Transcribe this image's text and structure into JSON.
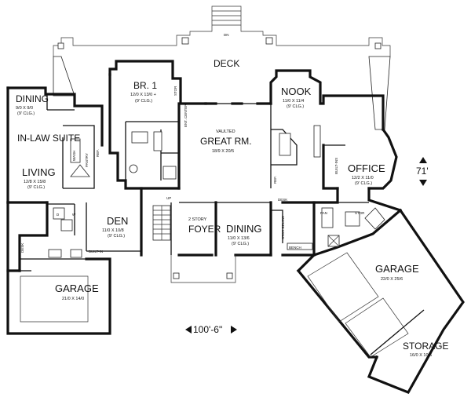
{
  "plan": {
    "overall_width": "100'-6\"",
    "overall_depth": "71'",
    "rooms": {
      "deck": {
        "name": "DECK"
      },
      "dining_inlaw": {
        "name": "DINING",
        "size": "9/0 X 9/0",
        "ceiling": "(9' CLG.)"
      },
      "inlaw_suite": {
        "name": "IN-LAW SUITE"
      },
      "living": {
        "name": "LIVING",
        "size": "12/8 X 15/8",
        "ceiling": "(9' CLG.)"
      },
      "br1": {
        "name": "BR. 1",
        "size": "12/0 X 13/0 +",
        "ceiling": "(9' CLG.)"
      },
      "great_rm": {
        "name": "GREAT RM.",
        "note": "VAULTED",
        "size": "18/9 X 20/5"
      },
      "nook": {
        "name": "NOOK",
        "size": "11/0 X 11/4",
        "ceiling": "(9' CLG.)"
      },
      "office": {
        "name": "OFFICE",
        "size": "12/2 X 11/0",
        "ceiling": "(9' CLG.)"
      },
      "den": {
        "name": "DEN",
        "size": "11/0 X 10/8",
        "ceiling": "(9' CLG.)"
      },
      "foyer": {
        "name": "FOYER",
        "note": "2 STORY"
      },
      "dining_main": {
        "name": "DINING",
        "size": "11/0 X 13/6",
        "ceiling": "(9' CLG.)"
      },
      "garage_left": {
        "name": "GARAGE",
        "size": "21/0 X 14/0"
      },
      "garage_right": {
        "name": "GARAGE",
        "size": "22/0 X 25/6"
      },
      "storage": {
        "name": "STORAGE",
        "size": "16/0 X 10/6"
      }
    },
    "small_labels": {
      "dn": "DN",
      "up": "UP",
      "pantry": "PANTRY",
      "ref_left": "REF.",
      "ref_right": "REF.",
      "wash": "WASH",
      "desk_main": "DESK",
      "desk_left": "DESK",
      "stor": "STOR",
      "stor_below": "STOR BELOW",
      "bench": "BENCH",
      "built_in_left": "BUILT-IN",
      "built_ins_office": "BUILT-INS",
      "pan": "PAN",
      "ent_center": "ENT. CENTER",
      "d": "D",
      "w": "W"
    }
  }
}
